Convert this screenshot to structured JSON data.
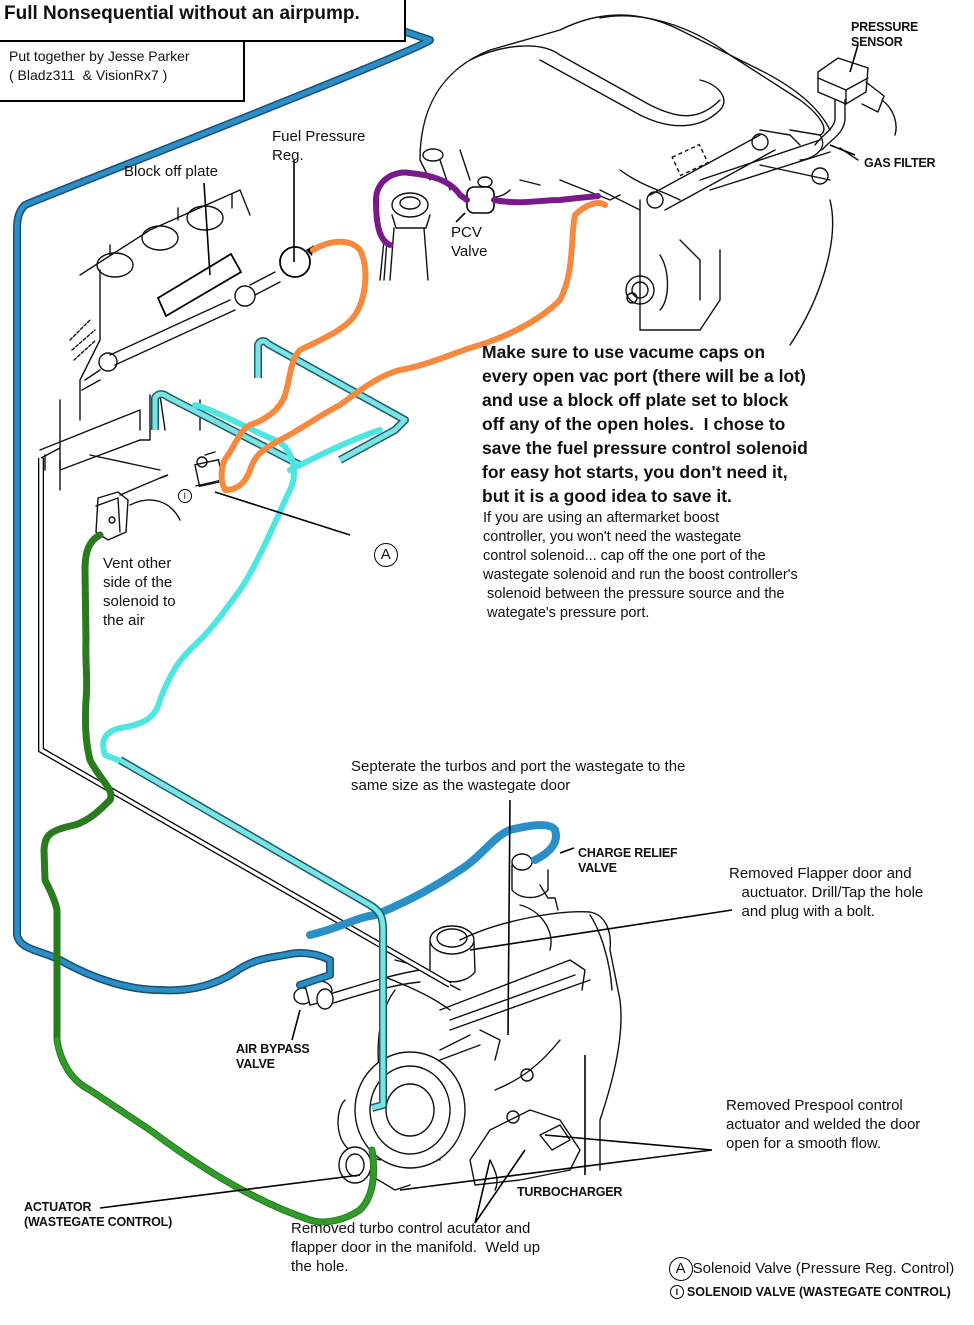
{
  "header": {
    "title": "Full Nonsequential without an airpump.",
    "credit_line1": "Put together by Jesse Parker",
    "credit_line2": "( Bladz311  & VisionRx7 )"
  },
  "labels": {
    "pressure_sensor": "PRESSURE\nSENSOR",
    "gas_filter": "GAS FILTER",
    "fuel_pressure_reg": "Fuel Pressure\nReg.",
    "block_off_plate": "Block off plate",
    "pcv_valve": "PCV\nValve",
    "solenoid_a_marker": "A",
    "solenoid_1_marker": "I",
    "vent_note": "Vent other\nside of the\nsolenoid to\nthe air",
    "charge_relief_valve": "CHARGE RELIEF\nVALVE",
    "air_bypass_valve": "AIR BYPASS\nVALVE",
    "turbocharger": "TURBOCHARGER",
    "actuator": "ACTUATOR\n(WASTEGATE CONTROL)"
  },
  "notes": {
    "main": "Make sure to use vacume caps on\nevery open vac port (there will be a lot)\nand use a block off plate set to block\noff any of the open holes.  I chose to\nsave the fuel pressure control solenoid\nfor easy hot starts, you don't need it,\nbut it is a good idea to save it.",
    "boost_controller": "If you are using an aftermarket boost\ncontroller, you won't need the wastegate\ncontrol solenoid... cap off the one port of the\nwastegate solenoid and run the boost controller's\n solenoid between the pressure source and the\n wategate's pressure port.",
    "separate_turbos": "Septerate the turbos and port the wastegate to the\nsame size as the wastegate door",
    "flapper_door": "Removed Flapper door and\n   auctuator. Drill/Tap the hole\n   and plug with a bolt.",
    "prespool": "Removed Prespool control\nactuator and welded the door\nopen for a smooth flow.",
    "turbo_control": "Removed turbo control acutator and\nflapper door in the manifold.  Weld up\nthe hole."
  },
  "legend": {
    "items": [
      {
        "marker": "A",
        "text": "Solenoid Valve (Pressure Reg. Control)"
      },
      {
        "marker": "I",
        "text": "SOLENOID VALVE (WASTEGATE CONTROL)"
      }
    ]
  },
  "hoses": {
    "blue": "#2a8fc6",
    "cyan": "#4ee6e0",
    "cyan_tube": "#7ae3e6",
    "orange": "#f7893e",
    "purple": "#7a1a8a",
    "dark_green": "#2a7a1e",
    "green": "#2e9b2a"
  }
}
